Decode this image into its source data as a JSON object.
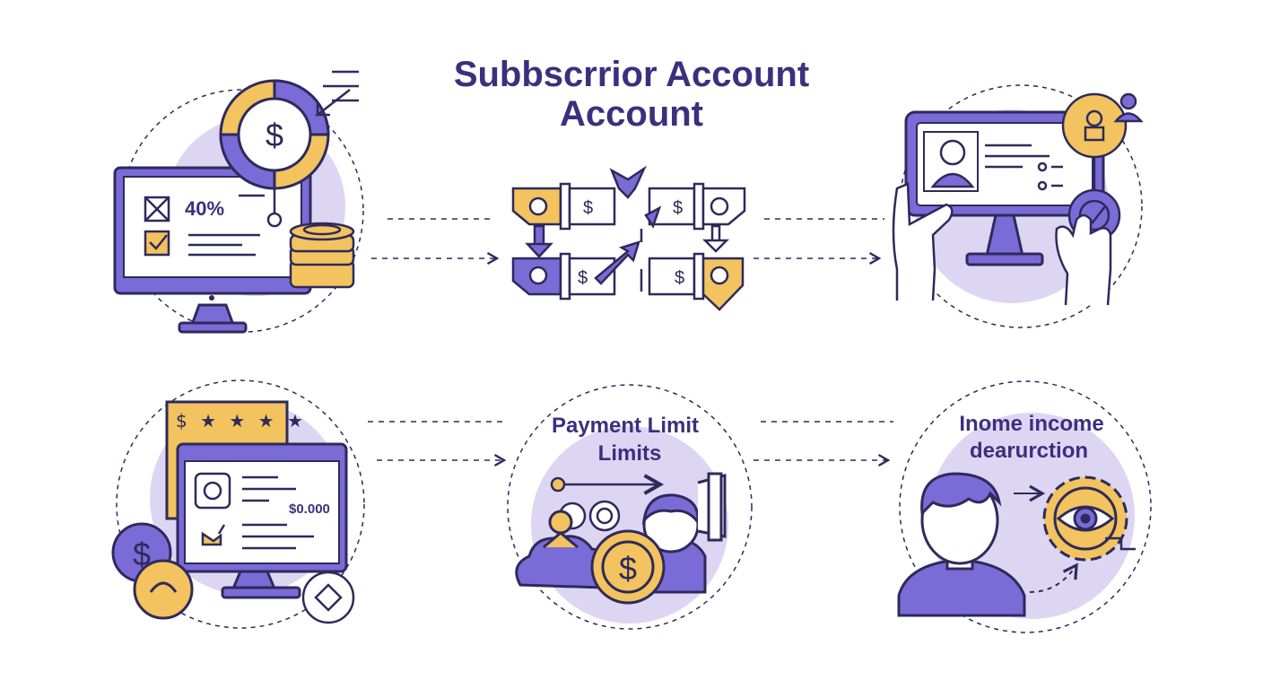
{
  "title": {
    "line1": "Subbscrrior Account",
    "line2": "Account"
  },
  "panels": {
    "monitor_percent": "40%",
    "rating_symbols": "$ ★ ★ ★ ★",
    "amount": "$0.000",
    "transfer_dollar": "$",
    "payment_label_line1": "Payment Limit",
    "payment_label_line2": "Limits",
    "income_label_line1": "Inome income",
    "income_label_line2": "dearurction"
  },
  "colors": {
    "purple_dark": "#3c2f7e",
    "purple_mid": "#7b6bd6",
    "purple_light": "#ddd6f3",
    "yellow": "#f2c35e",
    "stroke": "#2e2a5c"
  },
  "icons": [
    "monitor-icon",
    "dollar-coin-icon",
    "coin-stack-icon",
    "pie-chart-icon",
    "transfer-tag-icon",
    "arrow-icon",
    "user-profile-icon",
    "hand-icon",
    "checkmark-icon",
    "star-icon",
    "person-icon",
    "gear-eye-icon"
  ]
}
